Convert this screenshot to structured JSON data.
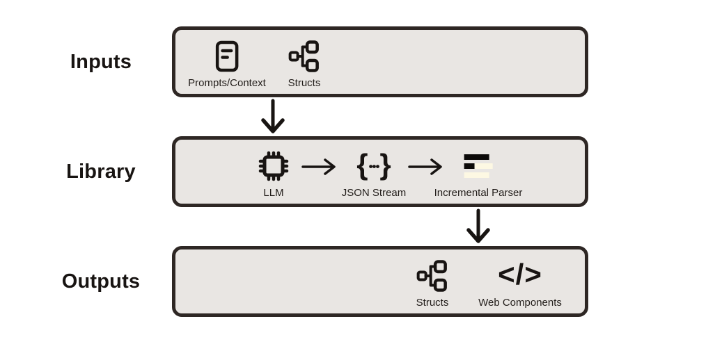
{
  "diagram": {
    "rows": {
      "inputs": {
        "label": "Inputs",
        "items": [
          {
            "icon": "document-lines-icon",
            "label": "Prompts/Context"
          },
          {
            "icon": "structs-icon",
            "label": "Structs"
          }
        ]
      },
      "library": {
        "label": "Library",
        "items": [
          {
            "icon": "chip-icon",
            "label": "LLM"
          },
          {
            "icon": "json-braces-icon",
            "label": "JSON Stream"
          },
          {
            "icon": "parser-bars-icon",
            "label": "Incremental Parser"
          }
        ]
      },
      "outputs": {
        "label": "Outputs",
        "items": [
          {
            "icon": "structs-icon",
            "label": "Structs"
          },
          {
            "icon": "code-tag-icon",
            "label": "Web Components"
          }
        ]
      }
    },
    "glyphs": {
      "json_open_brace": "{",
      "json_dots": "•••",
      "json_close_brace": "}",
      "code_tag": "</>"
    },
    "colors": {
      "background": "#ffffff",
      "box_fill": "#e9e6e3",
      "box_border": "#2e2724",
      "ink": "#181412",
      "parser_bar_black": "#0c0a09",
      "parser_bar_cream": "#fdf8e3"
    }
  }
}
